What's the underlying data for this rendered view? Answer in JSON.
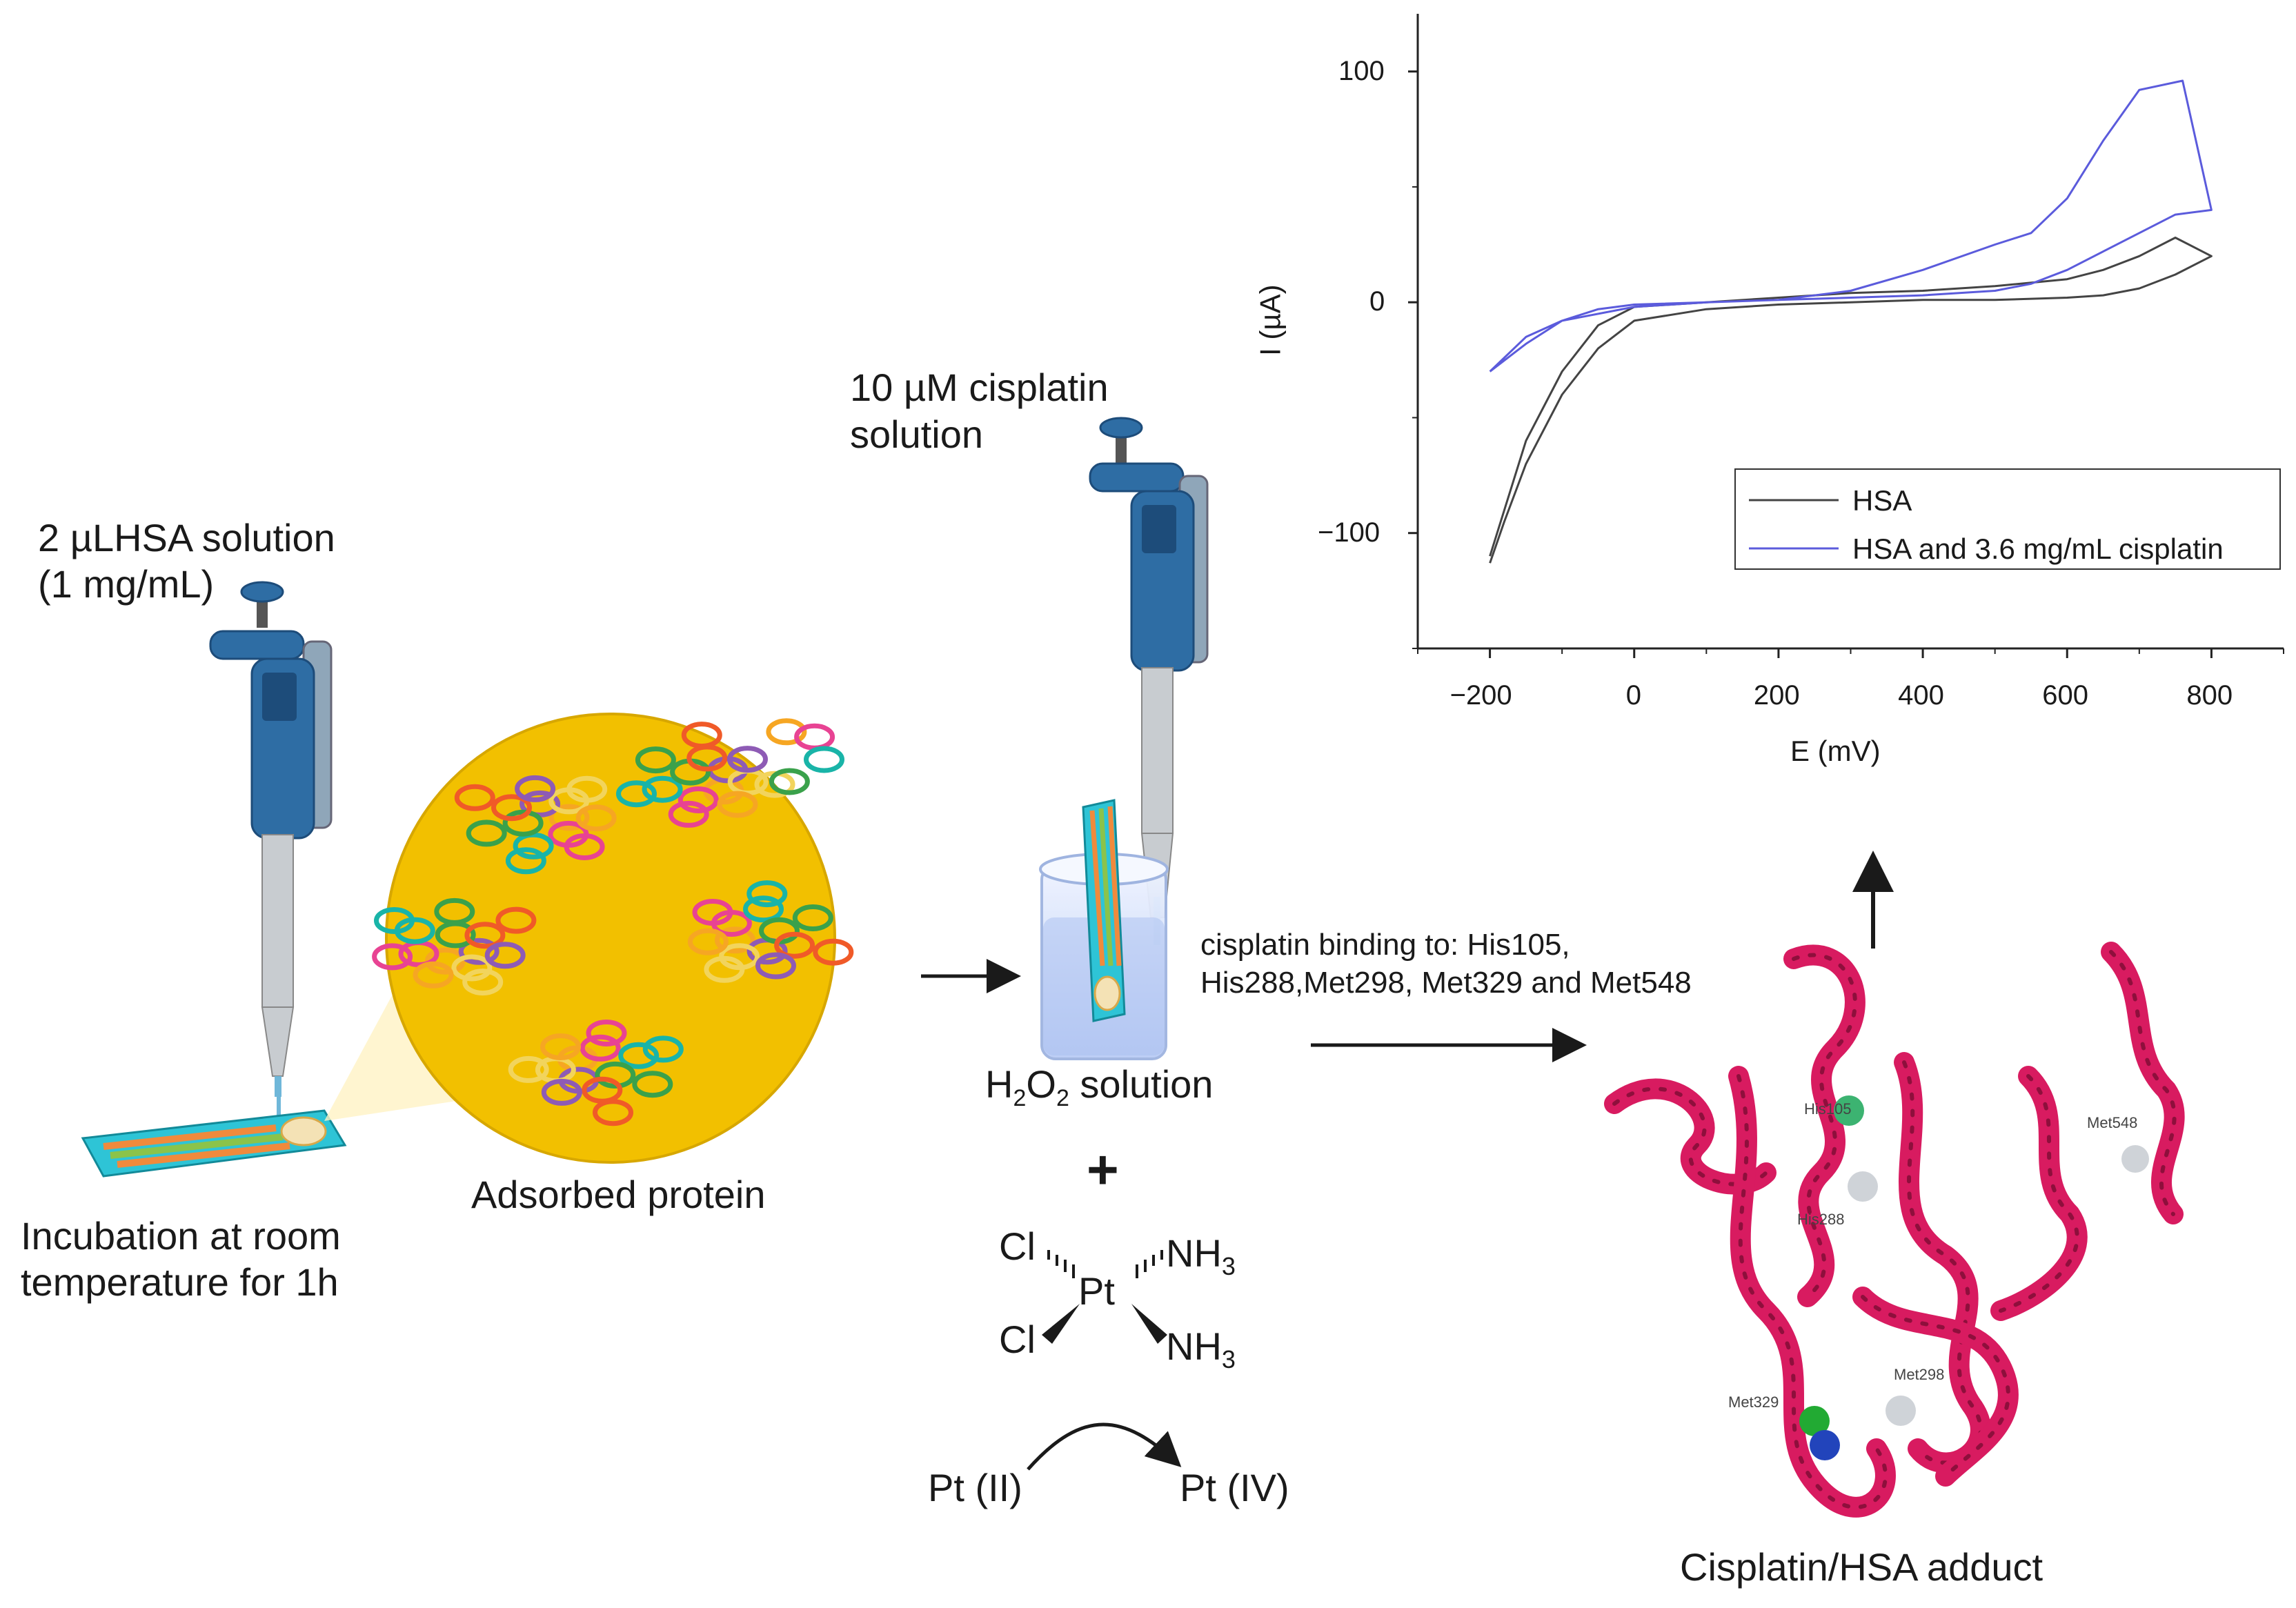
{
  "labels": {
    "hsa_solution": [
      "2 µLHSA solution",
      "(1 mg/mL)"
    ],
    "incubation": [
      "Incubation at room",
      "temperature for 1h"
    ],
    "adsorbed": "Adsorbed protein",
    "cisplatin_solution": [
      "10 µM cisplatin",
      "solution"
    ],
    "h2o2": {
      "prefix": "H",
      "sub1": "2",
      "mid": "O",
      "sub2": "2",
      "suffix": " solution"
    },
    "plus": "+",
    "binding": [
      "cisplatin binding to: His105,",
      "His288,Met298, Met329 and Met548"
    ],
    "adduct": "Cisplatin/HSA adduct",
    "pt_ii": "Pt (II)",
    "pt_iv": "Pt (IV)",
    "residues": [
      "His105",
      "His288",
      "Met298",
      "Met329",
      "Met548"
    ]
  },
  "molecule": {
    "center": "Pt",
    "ligand_tl": "Cl",
    "ligand_bl": "Cl",
    "ligand_tr": {
      "base": "NH",
      "sub": "3"
    },
    "ligand_br": {
      "base": "NH",
      "sub": "3"
    }
  },
  "colors": {
    "pipette_blue": "#2e6da4",
    "gold_disc": "#f2c000",
    "protein_pink": "#d81b60",
    "series_hsa": "#444444",
    "series_cis": "#5b5bdc"
  },
  "chart_data": {
    "type": "line",
    "xlabel": "E (mV)",
    "ylabel": "I (µA)",
    "xlim": [
      -300,
      900
    ],
    "ylim": [
      -150,
      125
    ],
    "xticks": [
      -200,
      0,
      200,
      400,
      600,
      800
    ],
    "yticks": [
      -100,
      0,
      100
    ],
    "grid": false,
    "legend_position": "bottom-right",
    "series": [
      {
        "name": "HSA",
        "color": "#444444",
        "x": [
          -200,
          -180,
          -150,
          -100,
          -50,
          0,
          100,
          200,
          300,
          400,
          500,
          600,
          650,
          700,
          750,
          800,
          750,
          700,
          650,
          600,
          500,
          400,
          300,
          200,
          100,
          0,
          -50,
          -100,
          -150,
          -180,
          -200
        ],
        "y": [
          -113,
          -95,
          -70,
          -40,
          -20,
          -8,
          -3,
          -1,
          0,
          1,
          1,
          2,
          3,
          6,
          12,
          20,
          28,
          20,
          14,
          10,
          7,
          5,
          4,
          2,
          0,
          -2,
          -10,
          -30,
          -60,
          -90,
          -110
        ]
      },
      {
        "name": "HSA and 3.6 mg/mL cisplatin",
        "color": "#5b5bdc",
        "x": [
          -200,
          -150,
          -100,
          -50,
          0,
          100,
          200,
          300,
          400,
          500,
          550,
          600,
          650,
          700,
          750,
          800,
          760,
          700,
          650,
          600,
          550,
          500,
          400,
          300,
          200,
          100,
          0,
          -100,
          -150,
          -200
        ],
        "y": [
          -30,
          -18,
          -8,
          -3,
          -1,
          0,
          1,
          2,
          3,
          5,
          8,
          14,
          22,
          30,
          38,
          40,
          96,
          92,
          70,
          45,
          30,
          25,
          14,
          5,
          1,
          0,
          -2,
          -8,
          -15,
          -30
        ]
      }
    ]
  }
}
